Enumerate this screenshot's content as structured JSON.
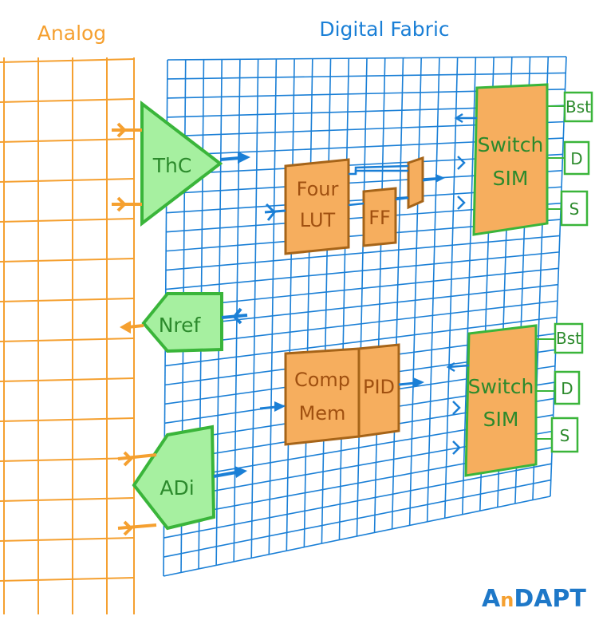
{
  "headers": {
    "analog": "Analog",
    "digital": "Digital Fabric"
  },
  "analog_blocks": {
    "thc": "ThC",
    "nref": "Nref",
    "adi": "ADi"
  },
  "fabric_blocks": {
    "lut_line1": "Four",
    "lut_line2": "LUT",
    "ff": "FF",
    "comp_line1": "Comp",
    "comp_line2": "Mem",
    "pid": "PID"
  },
  "switch_top": {
    "line1": "Switch",
    "line2": "SIM",
    "pins": [
      "Bst",
      "D",
      "S"
    ]
  },
  "switch_bottom": {
    "line1": "Switch",
    "line2": "SIM",
    "pins": [
      "Bst",
      "D",
      "S"
    ]
  },
  "logo": {
    "part1": "A",
    "part2": "n",
    "part3": "DAPT"
  },
  "colors": {
    "analog": "#f5a030",
    "digital": "#1a7fd6",
    "block_green_fill": "#a6f0a0",
    "block_green_stroke": "#3ab53a",
    "block_orange_fill": "#f6ae5e",
    "block_orange_stroke": "#a66418",
    "logo_blue": "#1e78c8",
    "logo_orange": "#f5a030"
  }
}
